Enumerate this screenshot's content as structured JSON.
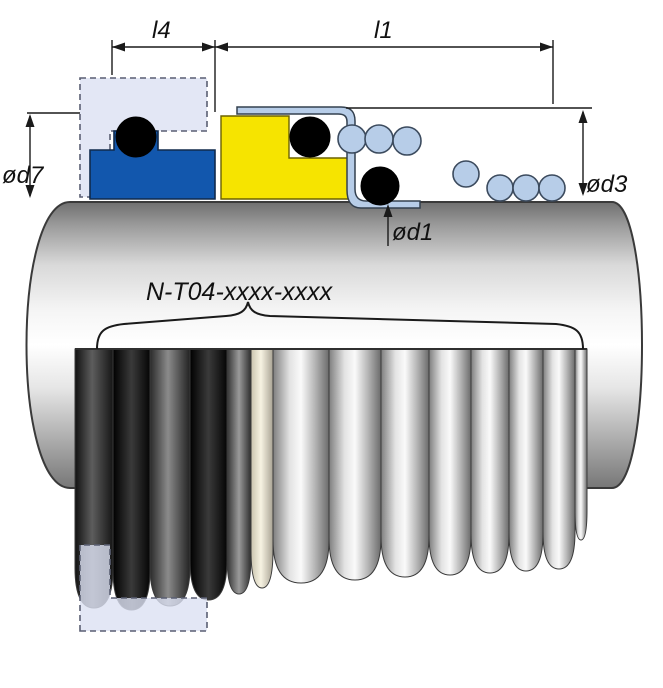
{
  "diagram": {
    "title": "N-T04-xxxx-xxxx",
    "dimensions": {
      "l4": "l4",
      "l1": "l1",
      "d7": "ød7",
      "d3": "ød3",
      "d1": "ød1"
    },
    "colors": {
      "seat-blue": "#1257ad",
      "face-yellow": "#f6e400",
      "spring-blue": "#b7cde8",
      "gland-lavender": "#dce1f2",
      "oring-black": "#000000",
      "line": "#1a1a1a"
    }
  }
}
